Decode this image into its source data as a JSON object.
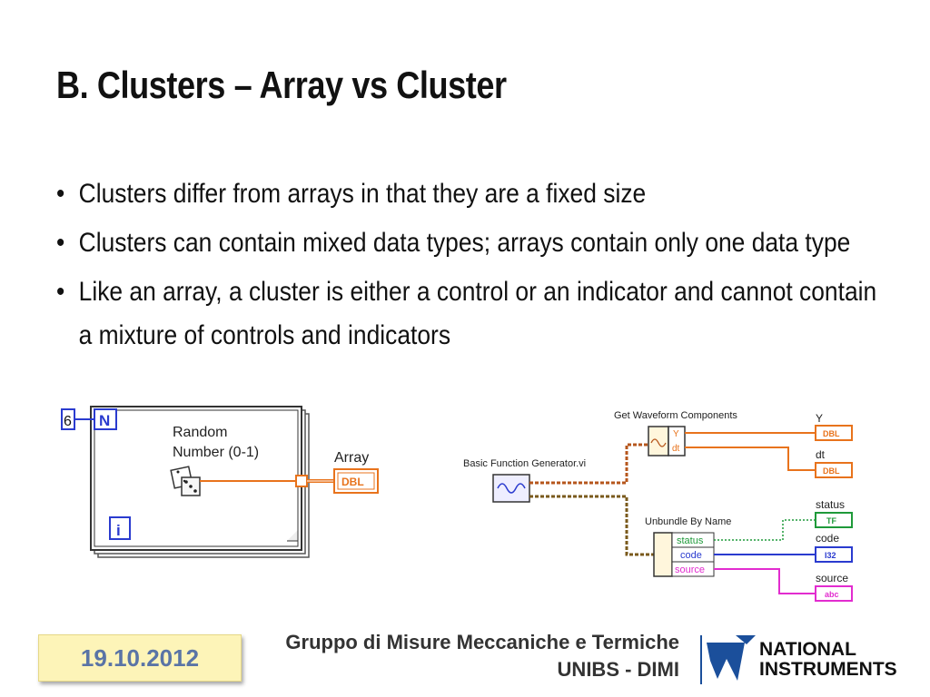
{
  "slide": {
    "title": "B. Clusters – Array vs Cluster",
    "bullets": [
      "Clusters differ from arrays in that they are a fixed size",
      "Clusters can contain mixed data types; arrays contain only one data type",
      "Like an array, a cluster is either a control or an indicator and cannot contain a mixture of controls and indicators"
    ]
  },
  "array_diagram": {
    "count_value": "6",
    "count_terminal": "N",
    "iteration_terminal": "i",
    "function_label_line1": "Random",
    "function_label_line2": "Number (0-1)",
    "indicator_label": "Array",
    "indicator_type": "DBL"
  },
  "cluster_diagram": {
    "generator_label": "Basic Function Generator.vi",
    "get_waveform_label": "Get Waveform Components",
    "waveform_fields": [
      "Y",
      "dt"
    ],
    "unbundle_label": "Unbundle By Name",
    "unbundle_fields": [
      "status",
      "code",
      "source"
    ],
    "outputs": [
      {
        "label": "Y",
        "type": "DBL",
        "color": "#e8731c"
      },
      {
        "label": "dt",
        "type": "DBL",
        "color": "#e8731c"
      },
      {
        "label": "status",
        "type": "TF",
        "color": "#1f9a3a"
      },
      {
        "label": "code",
        "type": "I32",
        "color": "#2a3bcf"
      },
      {
        "label": "source",
        "type": "abc",
        "color": "#e22ccf"
      }
    ]
  },
  "footer": {
    "date": "19.10.2012",
    "org_line1": "Gruppo di Misure Meccaniche e Termiche",
    "org_line2": "UNIBS - DIMI",
    "logo_line1": "NATIONAL",
    "logo_line2": "INSTRUMENTS"
  },
  "colors": {
    "float": "#e8731c",
    "bool": "#1f9a3a",
    "int": "#2a3bcf",
    "string": "#e22ccf",
    "cluster": "#7a5a1c"
  }
}
